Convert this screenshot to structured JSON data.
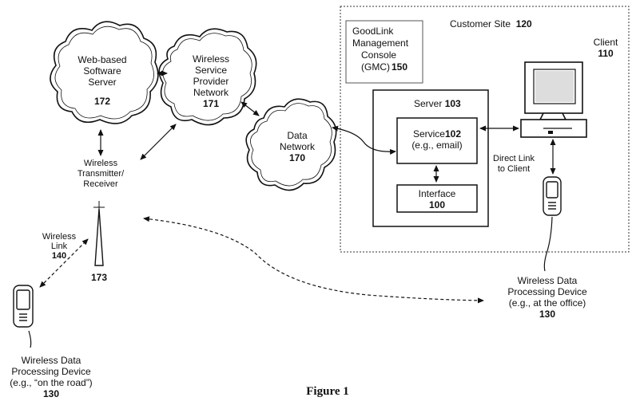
{
  "nodes": {
    "web_server": {
      "lines": [
        "Web-based",
        "Software",
        "Server"
      ],
      "number": "172"
    },
    "wsp_network": {
      "lines": [
        "Wireless",
        "Service",
        "Provider",
        "Network"
      ],
      "number": "171"
    },
    "data_network": {
      "lines": [
        "Data",
        "Network"
      ],
      "number": "170"
    },
    "transmitter": {
      "lines": [
        "Wireless",
        "Transmitter/",
        "Receiver"
      ]
    },
    "tower": {
      "number": "173"
    },
    "wireless_link": {
      "lines": [
        "Wireless",
        "Link"
      ],
      "number": "140"
    },
    "customer_site": {
      "label": "Customer Site",
      "number": "120"
    },
    "gmc": {
      "lines": [
        "GoodLink",
        "Management",
        "Console",
        "(GMC)"
      ],
      "number": "150"
    },
    "client": {
      "label": "Client",
      "number": "110"
    },
    "server": {
      "label": "Server",
      "number": "103"
    },
    "service": {
      "label": "Service",
      "number": "102",
      "sub": "(e.g., email)"
    },
    "interface": {
      "label": "Interface",
      "number": "100"
    },
    "direct_link": {
      "lines": [
        "Direct Link",
        "to Client"
      ]
    },
    "device_office": {
      "lines": [
        "Wireless Data",
        "Processing Device",
        "(e.g., at the office)"
      ],
      "number": "130"
    },
    "device_road": {
      "lines": [
        "Wireless Data",
        "Processing Device",
        "(e.g., “on the road”)"
      ],
      "number": "130"
    }
  },
  "caption": "Figure 1"
}
